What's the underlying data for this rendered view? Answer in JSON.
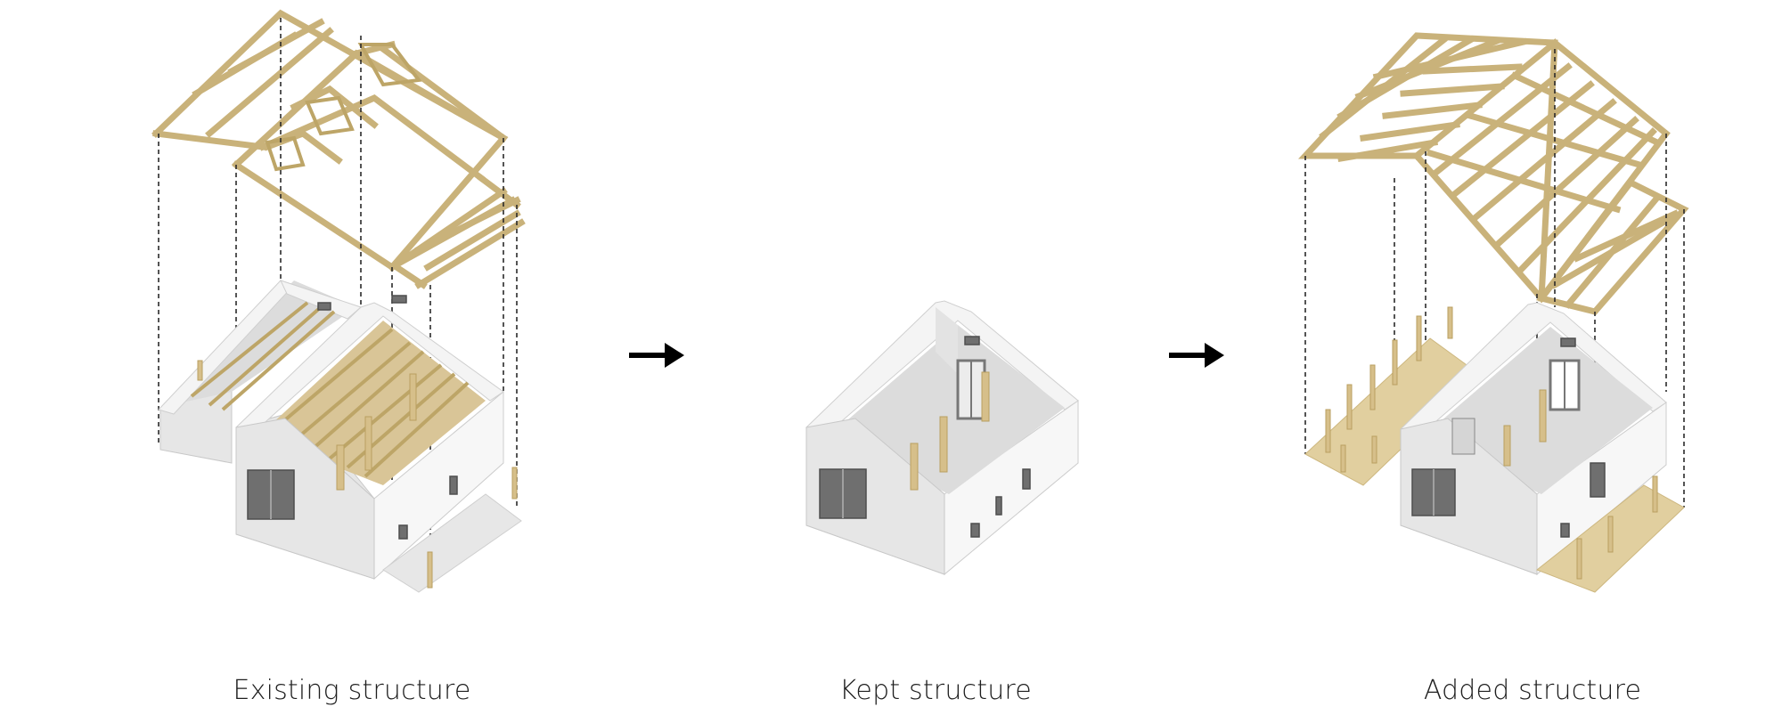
{
  "captions": {
    "existing": "Existing structure",
    "kept": "Kept structure",
    "added": "Added structure"
  },
  "colors": {
    "timber": "#c9b27a",
    "wall": "#f2f2f2",
    "arrow": "#000000",
    "dashed_guides": "#2a2a2a"
  },
  "icons": {
    "arrow_1": "arrow-right-icon",
    "arrow_2": "arrow-right-icon"
  }
}
